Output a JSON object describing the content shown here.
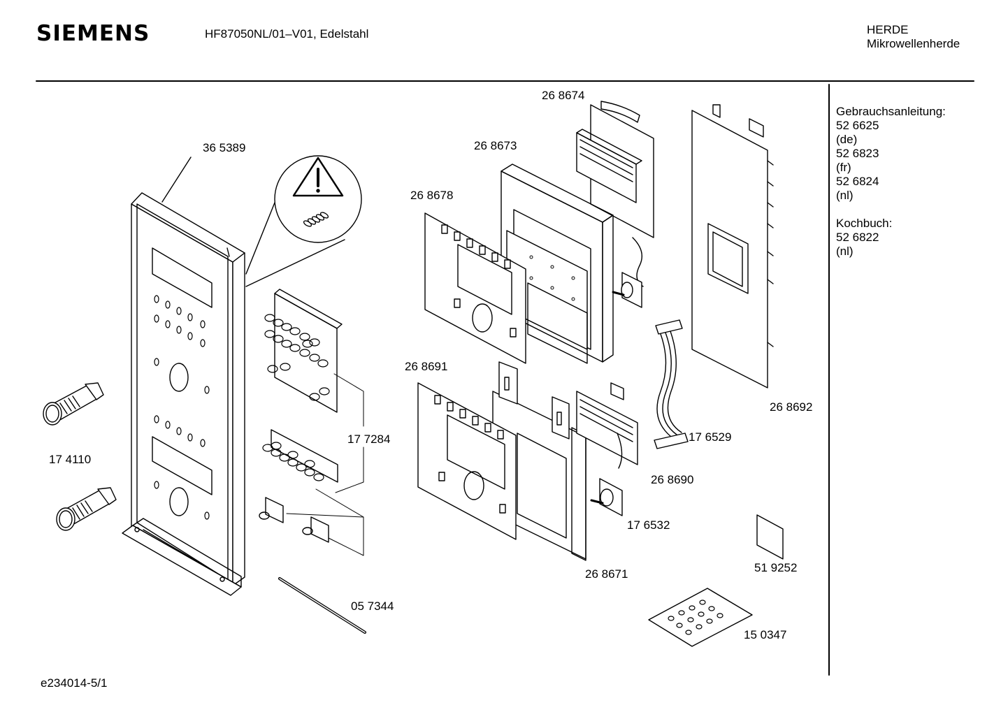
{
  "header": {
    "brand": "SIEMENS",
    "model": "HF87050NL/01–V01, Edelstahl",
    "category_line1": "HERDE",
    "category_line2": "Mikrowellenherde"
  },
  "sidebar": {
    "manual_title": "Gebrauchsanleitung:",
    "manual_entries": [
      "52 6625",
      "(de)",
      "52 6823",
      "(fr)",
      "52 6824",
      "(nl)"
    ],
    "cookbook_title": "Kochbuch:",
    "cookbook_entries": [
      "52 6822",
      "(nl)"
    ]
  },
  "parts": {
    "p365389": "36 5389",
    "p174110": "17 4110",
    "p177284": "17 7284",
    "p057344": "05 7344",
    "p268674": "26 8674",
    "p268673": "26 8673",
    "p268678": "26 8678",
    "p268691": "26 8691",
    "p268692": "26 8692",
    "p176529": "17 6529",
    "p268690": "26 8690",
    "p176532": "17 6532",
    "p268671": "26 8671",
    "p519252": "51 9252",
    "p150347": "15 0347"
  },
  "footer": {
    "code": "e234014-5/1"
  },
  "icons": {
    "warning": "warning-triangle-icon"
  }
}
